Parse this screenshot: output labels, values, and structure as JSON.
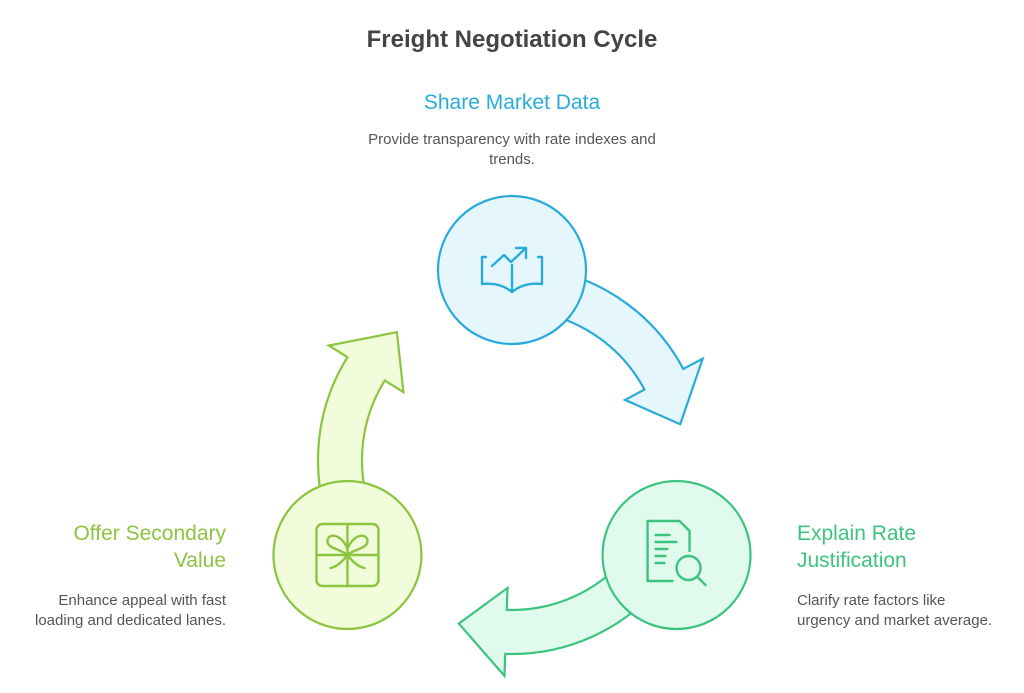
{
  "title": "Freight Negotiation Cycle",
  "steps": [
    {
      "id": "share-market-data",
      "title": "Share Market Data",
      "description": "Provide transparency with rate indexes and trends.",
      "icon": "book-trend-icon",
      "color": "#29ABD9",
      "fill": "#E6F6FD"
    },
    {
      "id": "explain-rate-justification",
      "title": "Explain Rate Justification",
      "description": "Clarify rate factors like urgency and market average.",
      "icon": "document-search-icon",
      "color": "#3CC47F",
      "fill": "#E0FBEE"
    },
    {
      "id": "offer-secondary-value",
      "title": "Offer Secondary Value",
      "description": "Enhance appeal with fast loading and dedicated lanes.",
      "icon": "gift-icon",
      "color": "#8CC43F",
      "fill": "#F1FCDB"
    }
  ]
}
